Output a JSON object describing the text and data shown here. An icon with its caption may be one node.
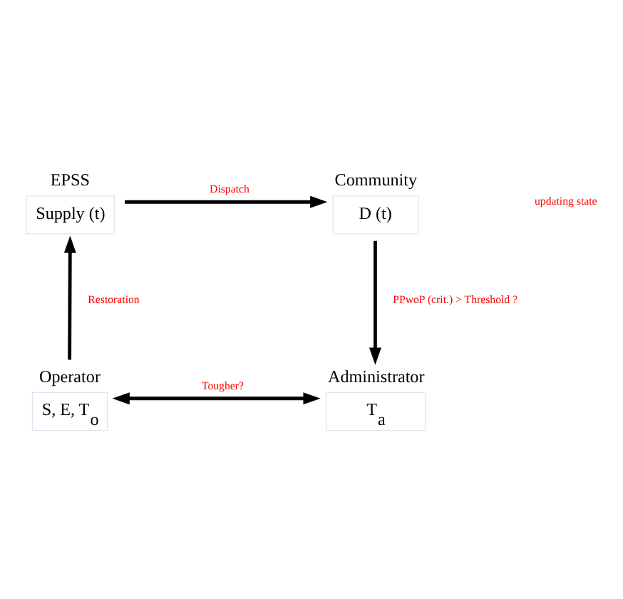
{
  "diagram": {
    "nodes": [
      {
        "text": [
          "EPSS",
          "Supply (t)"
        ]
      },
      {
        "text": [
          "Community",
          "D (t)"
        ]
      },
      {
        "text": [
          "Operator",
          "S, E, T$_{o}$"
        ]
      },
      {
        "text": [
          "Administrator",
          "T$_{a}$"
        ]
      }
    ],
    "edges": [
      {
        "from": 0,
        "to": 1,
        "arrow": "to",
        "label": "Dispatch"
      },
      {
        "from": 1,
        "to": 3,
        "arrow": "to",
        "label": "PPwoP (crit.) > Threshold ?"
      },
      {
        "from": 2,
        "to": 3,
        "arrow": "both",
        "label": "Tougher?"
      },
      {
        "from": 2,
        "to": 0,
        "arrow": "to",
        "label": "Restoration"
      }
    ],
    "labels": [
      "updating state"
    ]
  }
}
